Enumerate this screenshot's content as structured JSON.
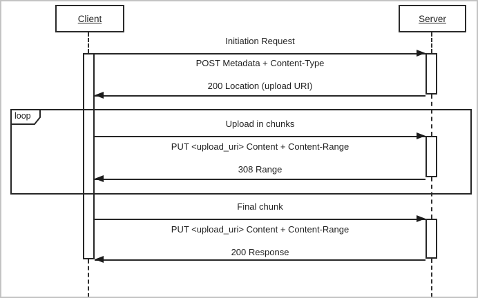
{
  "diagram": {
    "type": "sequence",
    "actors": {
      "client": "Client",
      "server": "Server"
    },
    "fragment": {
      "label": "loop"
    },
    "sections": [
      {
        "header": "Initiation Request",
        "request": "POST Metadata + Content-Type",
        "response": "200 Location (upload URI)"
      },
      {
        "header": "Upload in chunks",
        "request": "PUT <upload_uri> Content + Content-Range",
        "response": "308 Range"
      },
      {
        "header": "Final chunk",
        "request": "PUT <upload_uri> Content + Content-Range",
        "response": "200 Response"
      }
    ],
    "colors": {
      "stroke": "#262626",
      "background": "#ffffff",
      "page_border": "#c3c3c3"
    }
  }
}
